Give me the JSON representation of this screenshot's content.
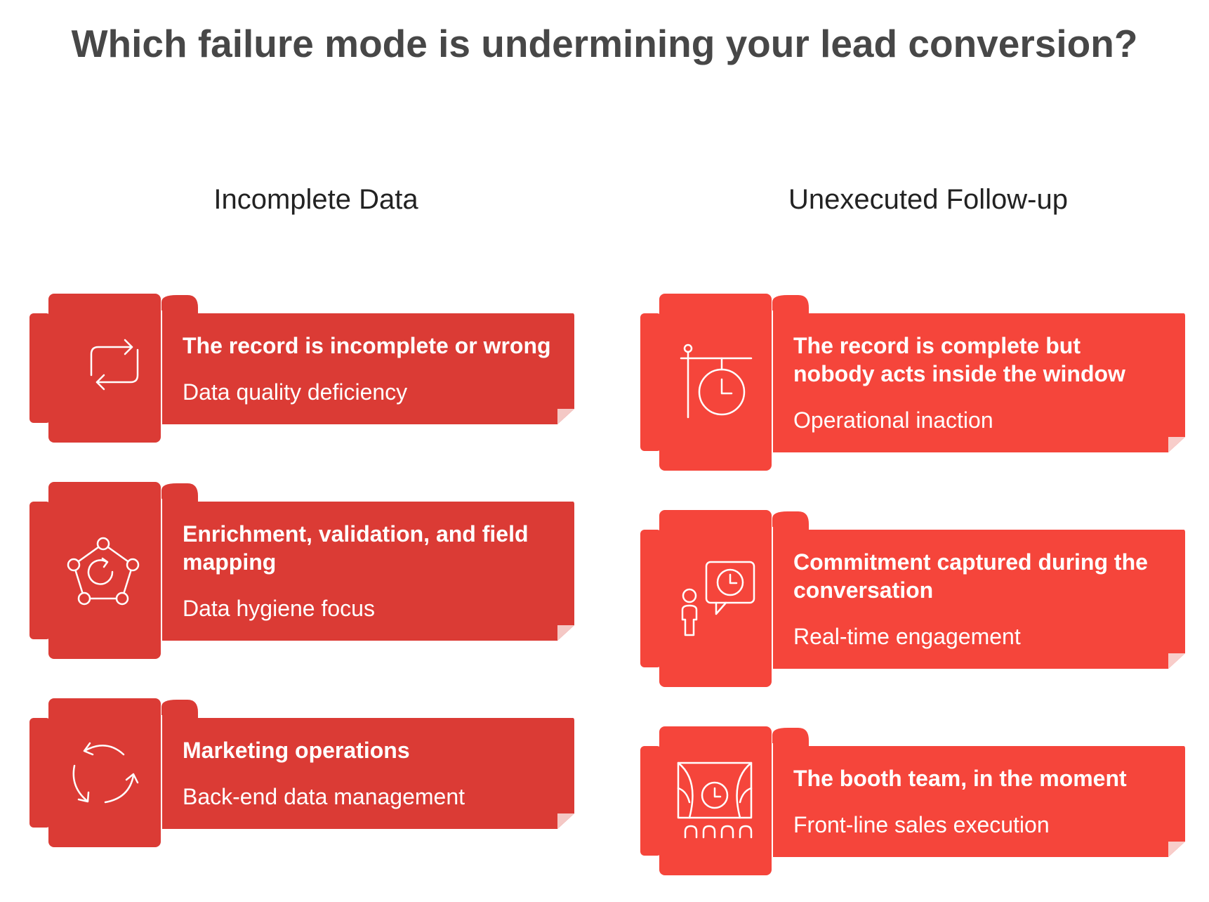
{
  "title": "Which failure mode is undermining your lead conversion?",
  "columns": [
    {
      "heading": "Incomplete Data",
      "color": "#DB3B35",
      "cards": [
        {
          "icon": "refresh-arrows-icon",
          "title": "The record is incomplete or wrong",
          "subtitle": "Data quality deficiency"
        },
        {
          "icon": "network-cycle-icon",
          "title": "Enrichment, validation, and field mapping",
          "subtitle": "Data hygiene focus"
        },
        {
          "icon": "cycle-arrows-icon",
          "title": "Marketing operations",
          "subtitle": "Back-end data management"
        }
      ]
    },
    {
      "heading": "Unexecuted Follow-up",
      "color": "#F5453B",
      "cards": [
        {
          "icon": "hanging-clock-icon",
          "title": "The record is complete but nobody acts inside the window",
          "subtitle": "Operational inaction"
        },
        {
          "icon": "person-speech-clock-icon",
          "title": "Commitment captured during the conversation",
          "subtitle": "Real-time engagement"
        },
        {
          "icon": "stage-clock-icon",
          "title": "The booth team, in the moment",
          "subtitle": "Front-line sales execution"
        }
      ]
    }
  ]
}
